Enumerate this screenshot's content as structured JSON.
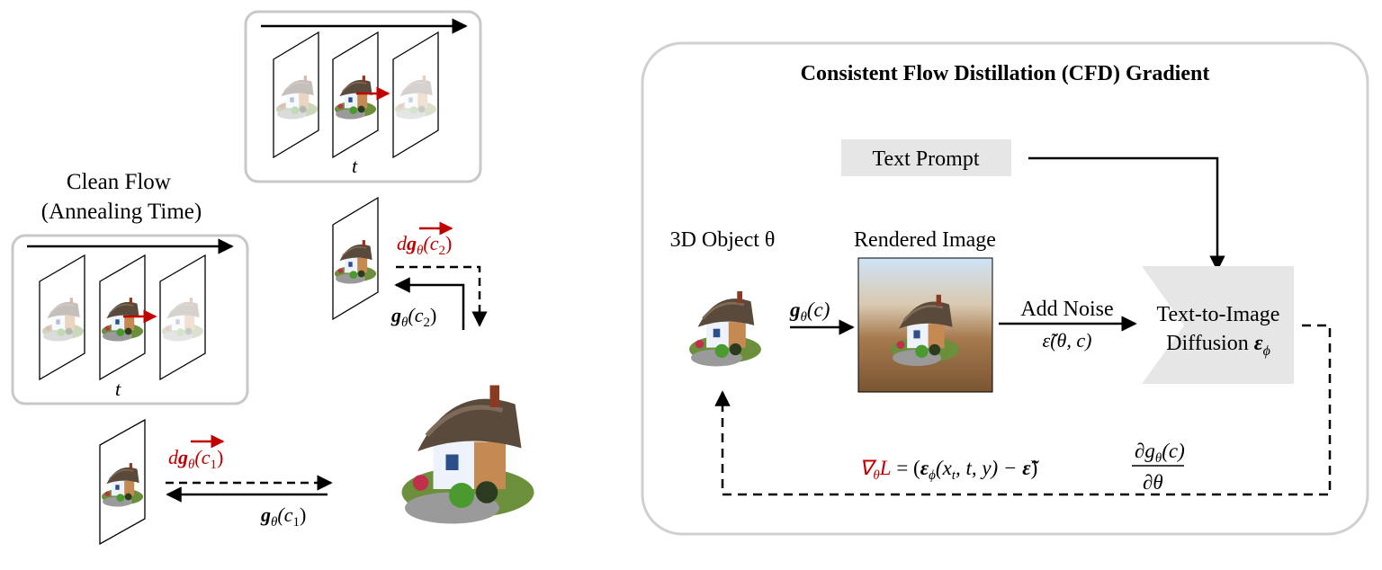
{
  "left": {
    "clean_flow_title": [
      "Clean Flow",
      "(Annealing Time)"
    ],
    "clean_flow_t": "t",
    "top_flow_t": "t",
    "dg_label": "d",
    "g_symbol": "g",
    "theta_sub": "θ",
    "c2_arg": "(c",
    "c2_sub": "2",
    "c1_sub": "1",
    "close_paren": ")"
  },
  "right": {
    "title": "Consistent Flow Distillation (CFD) Gradient",
    "text_prompt": "Text Prompt",
    "object_label": "3D Object θ",
    "rendered_label": "Rendered Image",
    "render_fn": "g",
    "render_fn_sub": "θ",
    "render_fn_arg": "(c)",
    "add_noise": "Add Noise",
    "noise_symbol": "ε̃(θ, c)",
    "diffusion_line1": "Text-to-Image",
    "diffusion_line2": "Diffusion ",
    "diffusion_eps": "ε",
    "diffusion_sub": "ϕ",
    "formula_nabla": "∇",
    "formula_nabla_sub": "θ",
    "formula_L": "L",
    "formula_eq": " = (",
    "formula_eps": "ε",
    "formula_eps_sub": "ϕ",
    "formula_args": "(x",
    "formula_args_sub": "t",
    "formula_args_rest": ", t, y) − ",
    "formula_tilde": "ε̃",
    "formula_close": ")",
    "frac_num": "∂g",
    "frac_num_sub": "θ",
    "frac_num_arg": "(c)",
    "frac_den": "∂θ"
  },
  "colors": {
    "red": "#c00000",
    "panel_border": "#d0d0d0",
    "diffusion_fill": "#e6e6e6",
    "prompt_fill": "#e6e6e6"
  }
}
